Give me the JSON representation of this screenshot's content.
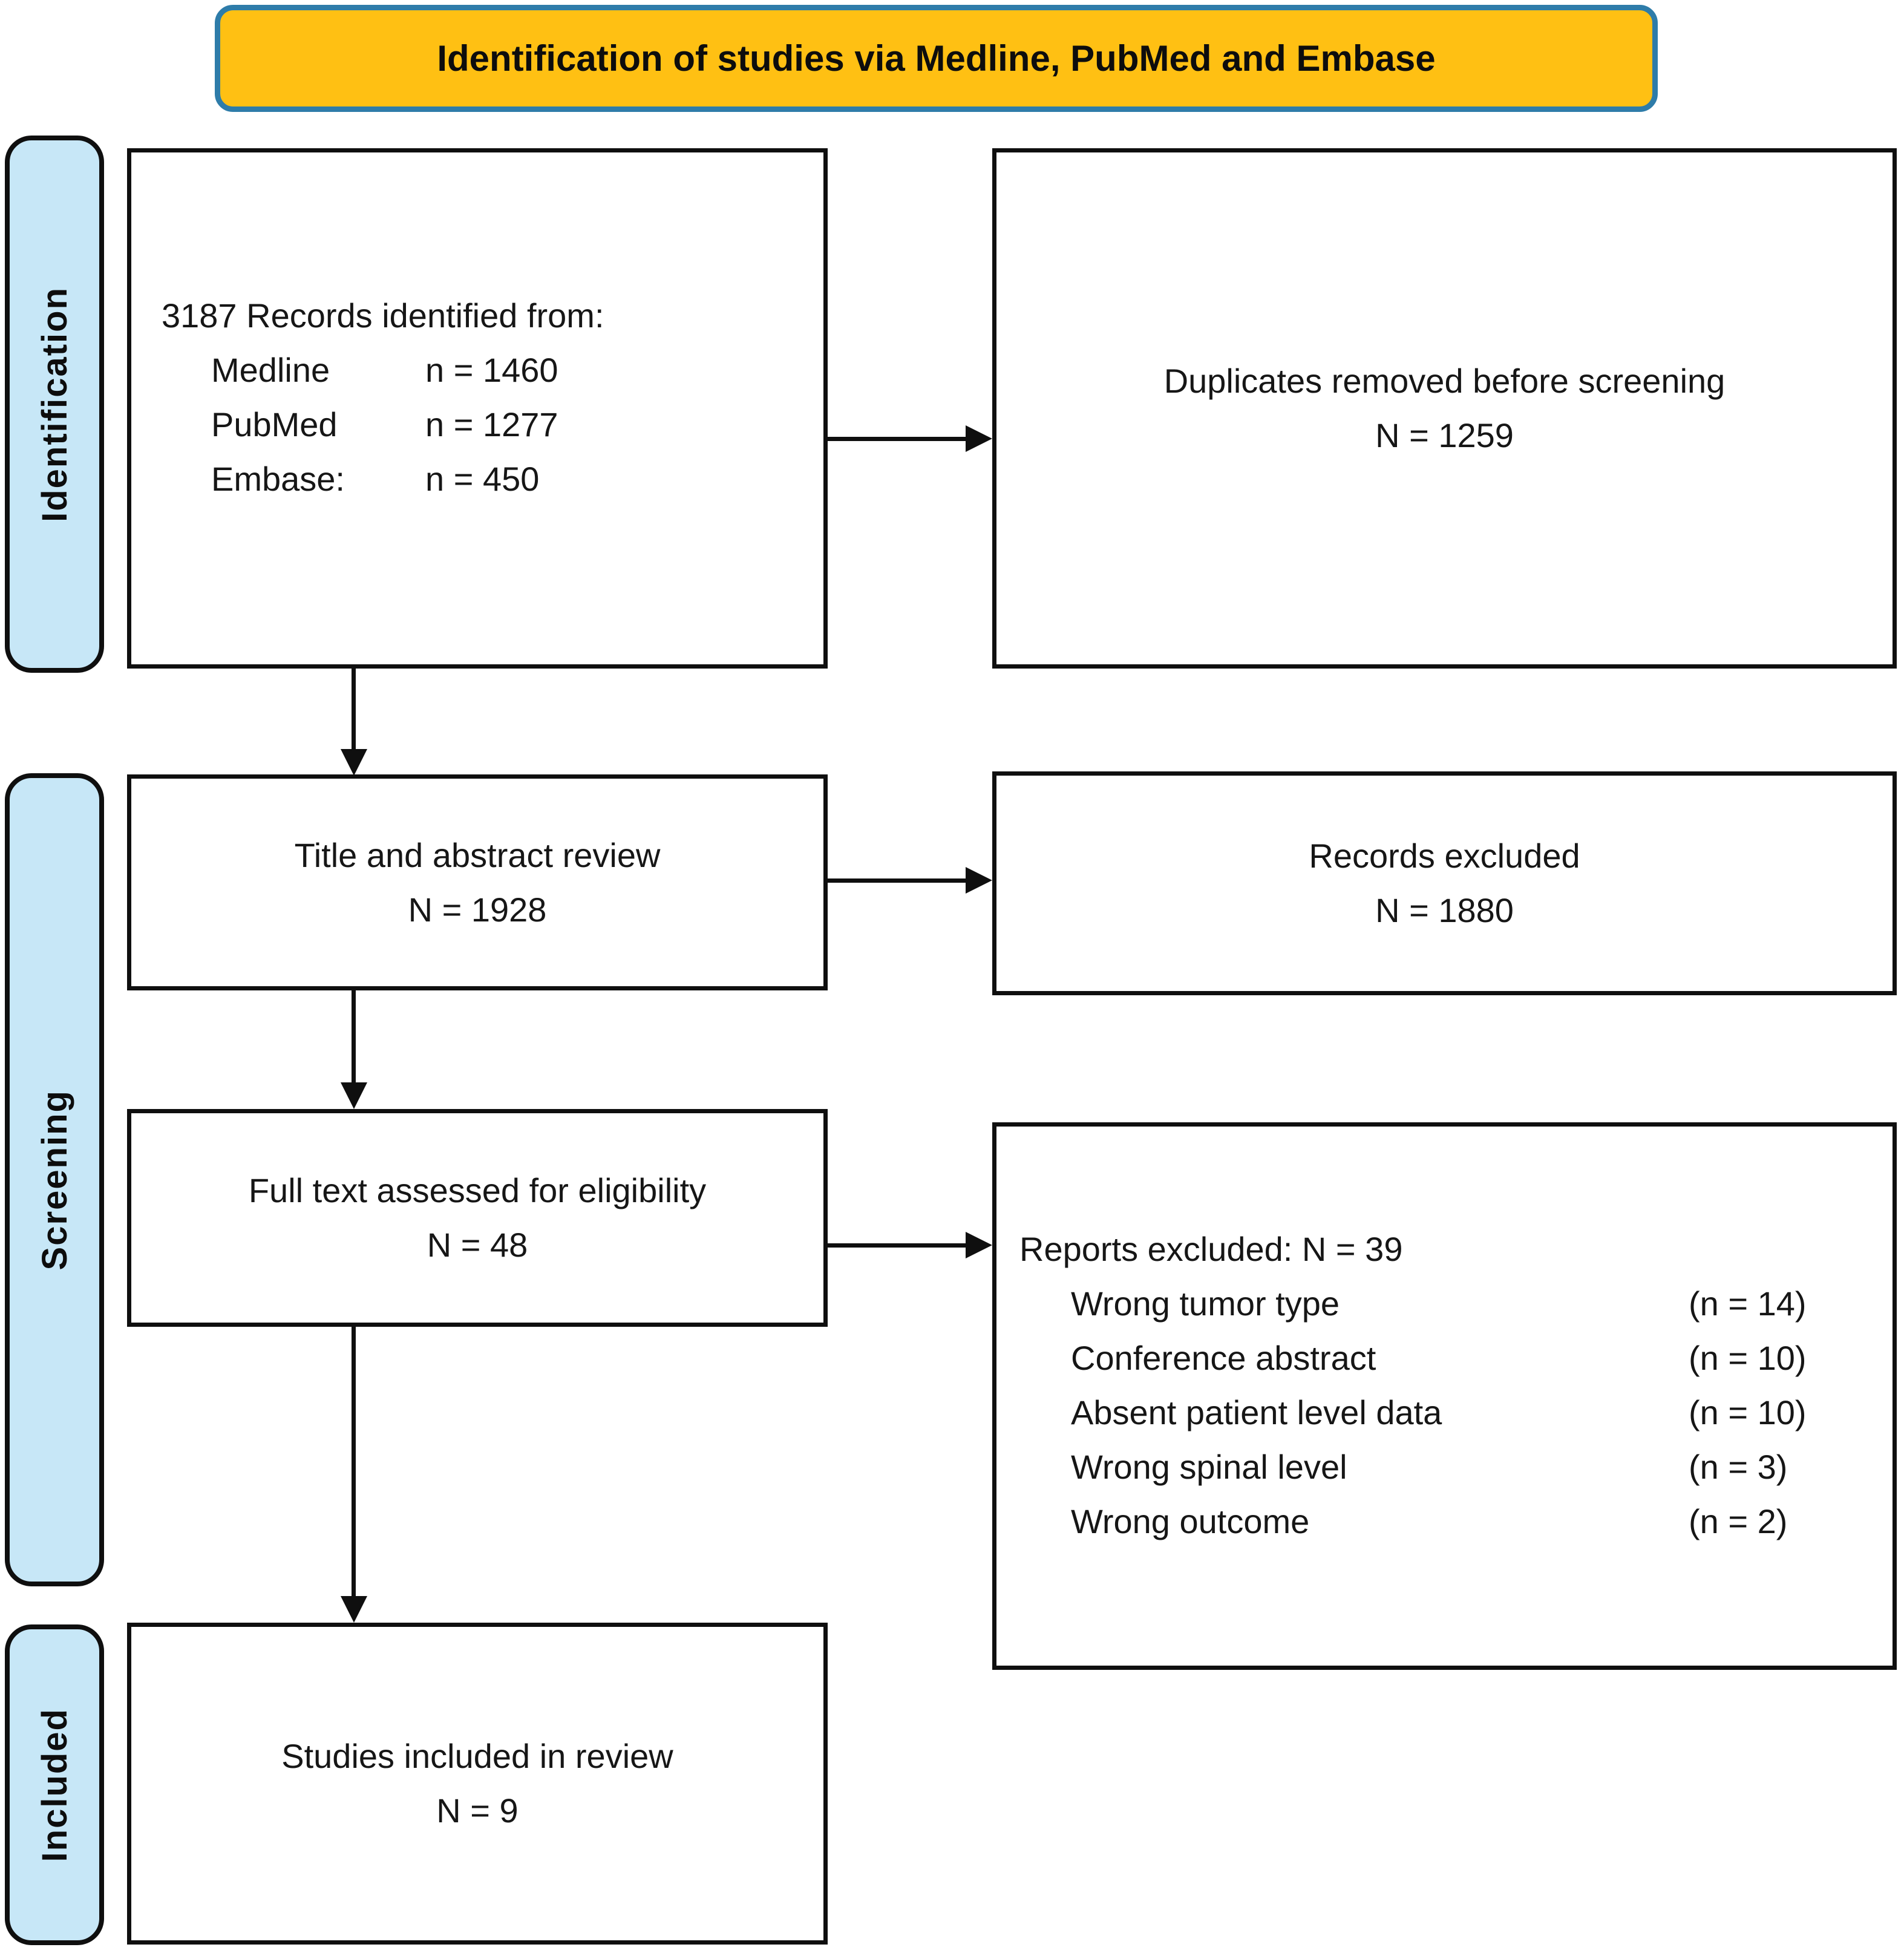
{
  "header": {
    "title": "Identification of studies via Medline, PubMed and Embase",
    "bg_color": "#FFC013",
    "border_color": "#2E7CA9"
  },
  "sidebar": {
    "bg_color": "#C7E7F7",
    "stages": [
      {
        "label": "Identification"
      },
      {
        "label": "Screening"
      },
      {
        "label": "Included"
      }
    ]
  },
  "boxes": {
    "identified": {
      "title": "3187 Records identified from:",
      "sources": [
        {
          "label": "Medline",
          "value": "n = 1460"
        },
        {
          "label": "PubMed",
          "value": "n = 1277"
        },
        {
          "label": "Embase:",
          "value": "n = 450"
        }
      ]
    },
    "duplicates": {
      "line1": "Duplicates removed before screening",
      "line2": "N = 1259"
    },
    "title_abstract": {
      "line1": "Title and abstract review",
      "line2": "N = 1928"
    },
    "records_excluded": {
      "line1": "Records excluded",
      "line2": "N = 1880"
    },
    "full_text": {
      "line1": "Full text assessed for eligibility",
      "line2": "N = 48"
    },
    "reports_excluded": {
      "title": "Reports excluded: N = 39",
      "reasons": [
        {
          "label": "Wrong tumor type",
          "value": "(n = 14)"
        },
        {
          "label": "Conference abstract",
          "value": "(n = 10)"
        },
        {
          "label": "Absent patient level data",
          "value": "(n = 10)"
        },
        {
          "label": "Wrong spinal level",
          "value": "(n = 3)"
        },
        {
          "label": "Wrong outcome",
          "value": "(n = 2)"
        }
      ]
    },
    "included": {
      "line1": "Studies included in review",
      "line2": "N = 9"
    }
  }
}
